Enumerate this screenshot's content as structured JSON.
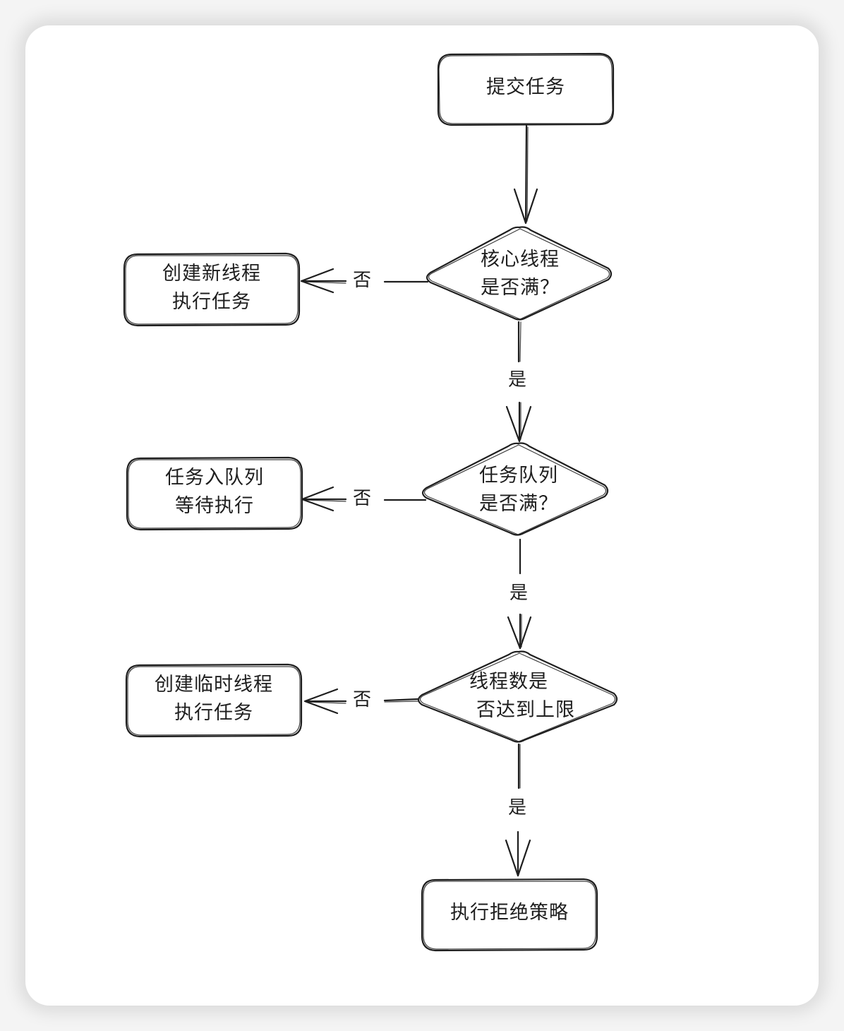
{
  "diagram": {
    "type": "flowchart",
    "style": "hand-drawn",
    "nodes": {
      "submit": {
        "shape": "rounded-rect",
        "lines": [
          "提交任务"
        ]
      },
      "core_full": {
        "shape": "diamond",
        "lines": [
          "核心线程",
          "是否满？"
        ]
      },
      "create_core": {
        "shape": "rounded-rect",
        "lines": [
          "创建新线程",
          "执行任务"
        ]
      },
      "queue_full": {
        "shape": "diamond",
        "lines": [
          "任务队列",
          "是否满？"
        ]
      },
      "enqueue": {
        "shape": "rounded-rect",
        "lines": [
          "任务入队列",
          "等待执行"
        ]
      },
      "max_reached": {
        "shape": "diamond",
        "lines": [
          "线程数是",
          "否达到上限"
        ]
      },
      "create_temp": {
        "shape": "rounded-rect",
        "lines": [
          "创建临时线程",
          "执行任务"
        ]
      },
      "reject": {
        "shape": "rounded-rect",
        "lines": [
          "执行拒绝策略"
        ]
      }
    },
    "edges": [
      {
        "from": "submit",
        "to": "core_full",
        "label": ""
      },
      {
        "from": "core_full",
        "to": "create_core",
        "label": "否"
      },
      {
        "from": "core_full",
        "to": "queue_full",
        "label": "是"
      },
      {
        "from": "queue_full",
        "to": "enqueue",
        "label": "否"
      },
      {
        "from": "queue_full",
        "to": "max_reached",
        "label": "是"
      },
      {
        "from": "max_reached",
        "to": "create_temp",
        "label": "否"
      },
      {
        "from": "max_reached",
        "to": "reject",
        "label": "是"
      }
    ],
    "colors": {
      "stroke": "#1e1e1e",
      "background": "#ffffff",
      "frame": "#f4f4f4"
    }
  }
}
